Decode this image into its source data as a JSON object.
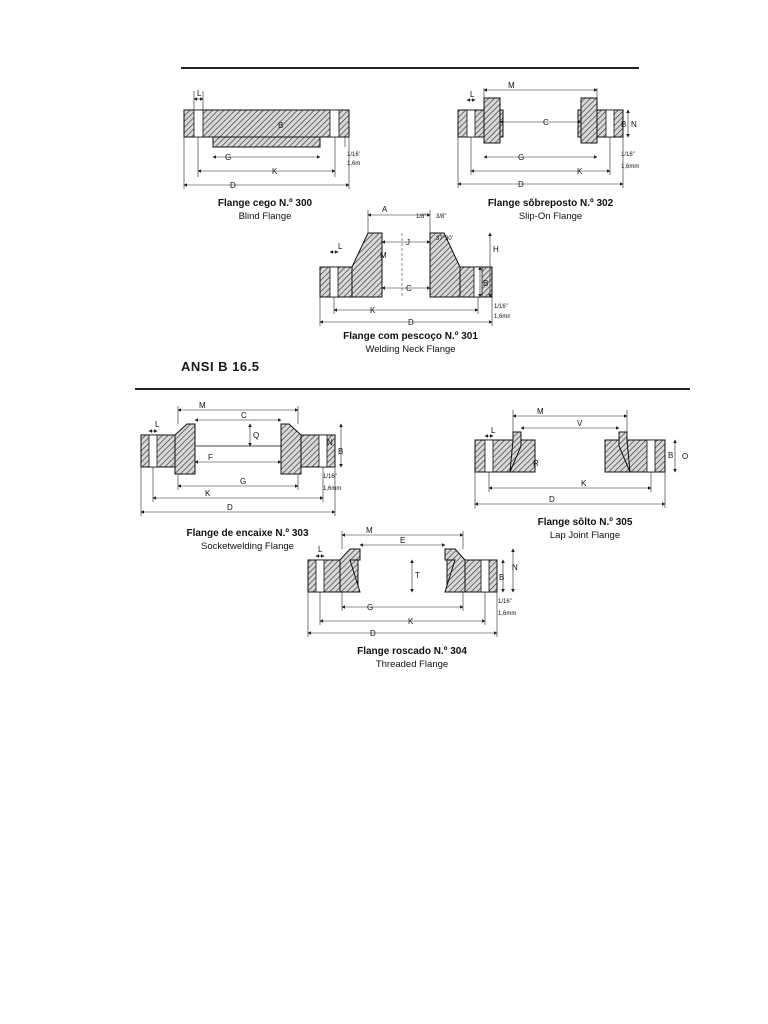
{
  "standard_label": "ANSI B 16.5",
  "dimension_labels": {
    "L": "L",
    "M": "M",
    "G": "G",
    "K": "K",
    "D": "D",
    "B": "B",
    "N": "N",
    "C": "C",
    "A": "A",
    "J": "J",
    "H": "H",
    "F": "F",
    "E": "E",
    "T": "T",
    "V": "V",
    "R": "R",
    "Q": "Q",
    "raised_face": "1/16\"",
    "raised_face_mm": "1,6mm",
    "bevel_angle": "37°30'",
    "bevel_small": "1/8\"",
    "bevel_big": "3/8\""
  },
  "flanges": [
    {
      "id": "blind",
      "caption_pt": "Flange cego N.º 300",
      "caption_en": "Blind Flange"
    },
    {
      "id": "slip_on",
      "caption_pt": "Flange sôbreposto N.º 302",
      "caption_en": "Slip-On Flange"
    },
    {
      "id": "welding_neck",
      "caption_pt": "Flange com pescoço N.º 301",
      "caption_en": "Welding Neck Flange"
    },
    {
      "id": "socket_weld",
      "caption_pt": "Flange de encaixe N.º 303",
      "caption_en": "Socketwelding Flange"
    },
    {
      "id": "lap_joint",
      "caption_pt": "Flange sôlto N.º 305",
      "caption_en": "Lap Joint Flange"
    },
    {
      "id": "threaded",
      "caption_pt": "Flange roscado N.º 304",
      "caption_en": "Threaded Flange"
    }
  ]
}
